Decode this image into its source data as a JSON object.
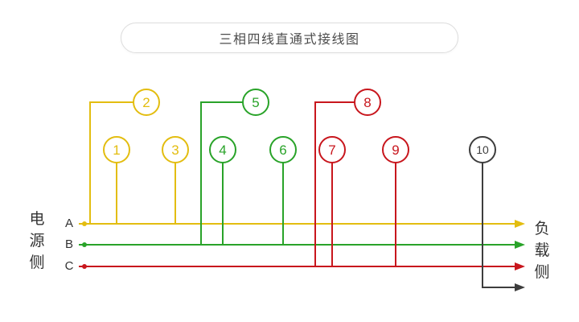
{
  "title": "三相四线直通式接线图",
  "labels": {
    "source_side": "电源侧",
    "load_side": "负载侧",
    "phase_a": "A",
    "phase_b": "B",
    "phase_c": "C"
  },
  "terminals": [
    {
      "number": "1",
      "phase": "A"
    },
    {
      "number": "2",
      "phase": "A"
    },
    {
      "number": "3",
      "phase": "A"
    },
    {
      "number": "4",
      "phase": "B"
    },
    {
      "number": "5",
      "phase": "B"
    },
    {
      "number": "6",
      "phase": "B"
    },
    {
      "number": "7",
      "phase": "C"
    },
    {
      "number": "8",
      "phase": "C"
    },
    {
      "number": "9",
      "phase": "C"
    },
    {
      "number": "10",
      "phase": "N"
    }
  ],
  "colors": {
    "phase-a": "#e3bd10",
    "phase-b": "#29a329",
    "phase-c": "#c8161d",
    "neutral": "#3d3d3d",
    "pill-border": "#dddddd",
    "text": "#333333"
  }
}
